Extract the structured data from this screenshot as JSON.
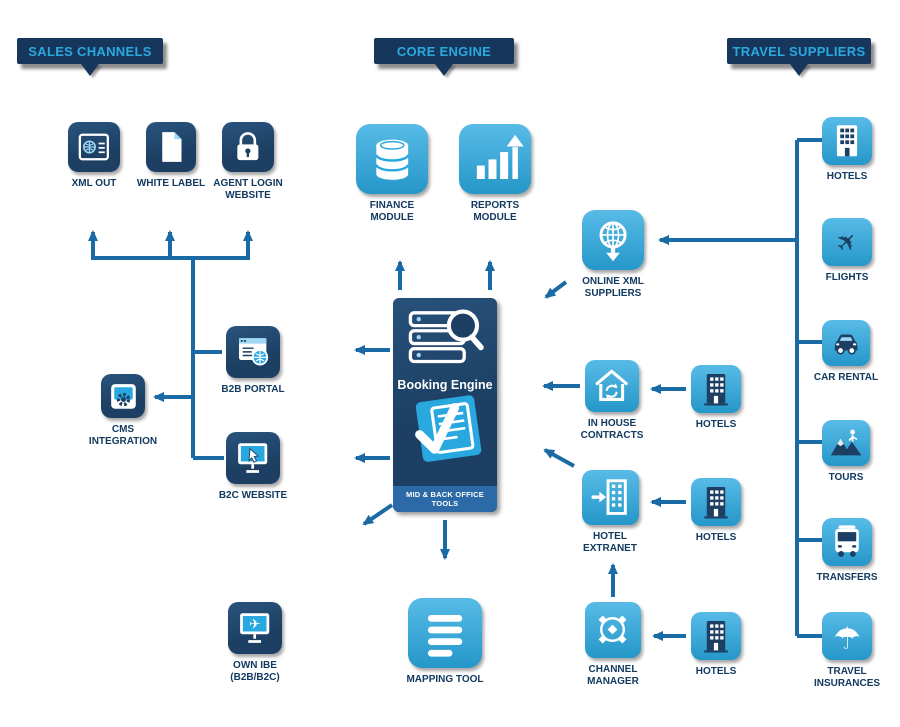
{
  "headers": {
    "sales_channels": "SALES CHANNELS",
    "core_engine": "CORE ENGINE",
    "travel_suppliers": "TRAVEL SUPPLIERS"
  },
  "colors": {
    "banner_bg": "#16365c",
    "banner_text": "#2aa9e0",
    "dark_icon": "#1c3f63",
    "light_icon": "#29a8e0",
    "arrow": "#1a6aa5",
    "label": "#133a60",
    "booking_strip": "#2b6aa6"
  },
  "nodes": {
    "xml_out": {
      "label": "XML OUT",
      "icon": "passport-card-icon"
    },
    "white_label": {
      "label": "WHITE LABEL",
      "icon": "document-icon"
    },
    "agent_login_website": {
      "label": "AGENT LOGIN WEBSITE",
      "icon": "padlock-icon"
    },
    "b2b_portal": {
      "label": "B2B PORTAL",
      "icon": "browser-globe-icon"
    },
    "cms_integration": {
      "label": "CMS INTEGRATION",
      "icon": "gear-box-icon"
    },
    "b2c_website": {
      "label": "B2C WEBSITE",
      "icon": "monitor-cursor-icon"
    },
    "own_ibe": {
      "label": "OWN IBE (B2B/B2C)",
      "icon": "monitor-plane-icon"
    },
    "finance_module": {
      "label": "FINANCE MODULE",
      "icon": "database-icon"
    },
    "reports_module": {
      "label": "REPORTS MODULE",
      "icon": "bar-chart-icon"
    },
    "booking_engine": {
      "label": "Booking Engine",
      "sublabel": "MID & BACK OFFICE TOOLS",
      "icon_top": "search-servers-icon",
      "icon_bottom": "checklist-icon"
    },
    "mapping_tool": {
      "label": "MAPPING TOOL",
      "icon": "list-icon"
    },
    "online_xml_suppliers": {
      "label": "ONLINE XML SUPPLIERS",
      "icon": "globe-download-icon"
    },
    "in_house_contracts": {
      "label": "IN HOUSE CONTRACTS",
      "icon": "house-sync-icon"
    },
    "hotel_extranet": {
      "label": "HOTEL EXTRANET",
      "icon": "building-arrow-icon"
    },
    "channel_manager": {
      "label": "CHANNEL MANAGER",
      "icon": "hub-icon"
    },
    "hotels_mid_top": {
      "label": "HOTELS",
      "icon": "building-icon"
    },
    "hotels_mid_middle": {
      "label": "HOTELS",
      "icon": "building-icon"
    },
    "hotels_mid_bottom": {
      "label": "HOTELS",
      "icon": "building-icon"
    },
    "hotels_supplier": {
      "label": "HOTELS",
      "icon": "building-icon"
    },
    "flights": {
      "label": "FLIGHTS",
      "icon": "airplane-icon"
    },
    "car_rental": {
      "label": "CAR RENTAL",
      "icon": "car-icon"
    },
    "tours": {
      "label": "TOURS",
      "icon": "hiker-mountain-icon"
    },
    "transfers": {
      "label": "TRANSFERS",
      "icon": "bus-icon"
    },
    "travel_insurances": {
      "label": "TRAVEL INSURANCES",
      "icon": "umbrella-icon"
    }
  }
}
